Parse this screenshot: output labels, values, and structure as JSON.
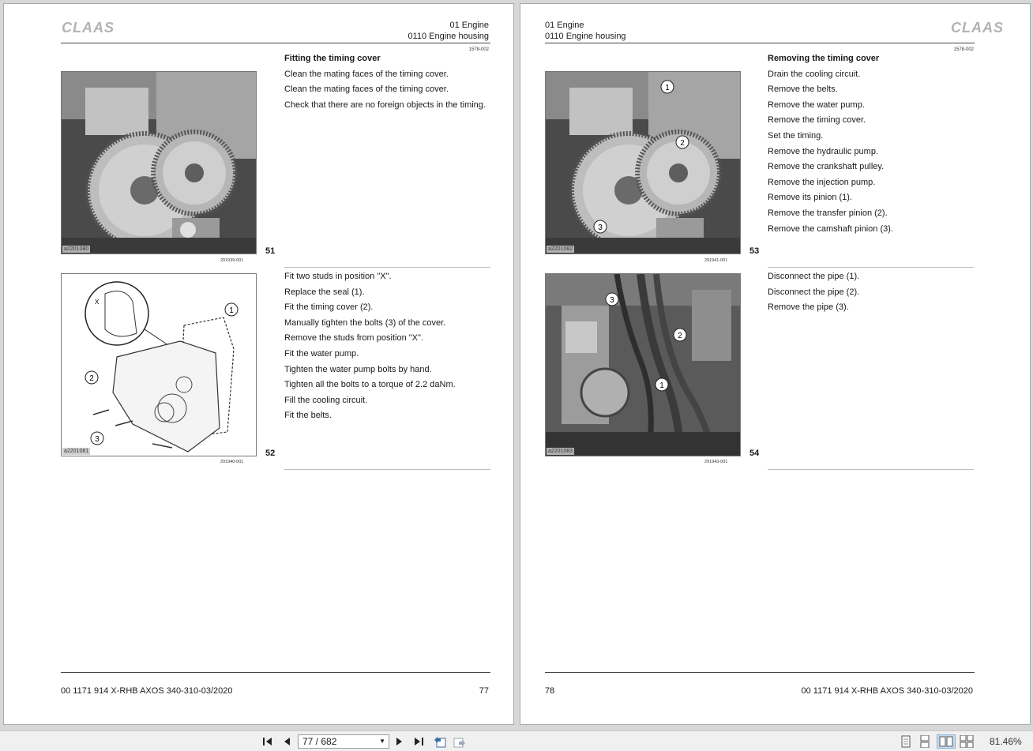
{
  "brand": {
    "logo_text": "CLAAS"
  },
  "left_page": {
    "header": {
      "section": "01 Engine",
      "subsection": "0110 Engine housing"
    },
    "doc_code": "1578-002",
    "figures": [
      {
        "number": "51",
        "ref": "a2201080",
        "id": "291939-001"
      },
      {
        "number": "52",
        "ref": "a2201081",
        "id": "291940-001"
      }
    ],
    "block1": {
      "title": "Fitting the timing cover",
      "steps": [
        "Clean the mating faces of the timing cover.",
        "Clean the mating faces of the timing cover.",
        "Check that there are no foreign objects in the timing."
      ]
    },
    "block2": {
      "steps": [
        "Fit two studs in position \"X\".",
        "Replace the seal (1).",
        "Fit the timing cover (2).",
        "Manually tighten the bolts (3) of the cover.",
        "Remove the studs from position \"X\".",
        "Fit the water pump.",
        "Tighten the water pump bolts by hand.",
        "Tighten all the bolts to a torque of 2.2 daNm.",
        "Fill the cooling circuit.",
        "Fit the belts."
      ]
    },
    "callouts": {
      "c1": "1",
      "c2": "2",
      "c3": "3",
      "x": "X"
    },
    "footer": {
      "doc": "00 1171 914 X-RHB AXOS 340-310-03/2020",
      "page": "77"
    }
  },
  "right_page": {
    "header": {
      "section": "01 Engine",
      "subsection": "0110 Engine housing"
    },
    "doc_code": "1578-002",
    "figures": [
      {
        "number": "53",
        "ref": "a2201082",
        "id": "291941-001"
      },
      {
        "number": "54",
        "ref": "a2201083",
        "id": "291943-001"
      }
    ],
    "block1": {
      "title": "Removing the timing cover",
      "steps": [
        "Drain the cooling circuit.",
        "Remove the belts.",
        "Remove the water pump.",
        "Remove the timing cover.",
        "Set the timing.",
        "Remove the hydraulic pump.",
        "Remove the crankshaft pulley.",
        "Remove the injection pump.",
        "Remove its pinion (1).",
        "Remove the transfer pinion (2).",
        "Remove the camshaft pinion (3)."
      ]
    },
    "block2": {
      "steps": [
        "Disconnect the pipe (1).",
        "Disconnect the pipe (2).",
        "Remove the pipe (3)."
      ]
    },
    "callouts": {
      "c1": "1",
      "c2": "2",
      "c3": "3"
    },
    "footer": {
      "doc": "00 1171 914 X-RHB AXOS 340-310-03/2020",
      "page": "78"
    }
  },
  "toolbar": {
    "page_field": "77 / 682",
    "zoom": "81.46%",
    "icons": [
      "first-page-icon",
      "previous-page-icon",
      "next-page-icon",
      "last-page-icon",
      "previous-view-icon",
      "next-view-icon",
      "single-page-view-icon",
      "continuous-view-icon",
      "facing-view-icon",
      "continuous-facing-view-icon"
    ]
  },
  "colors": {
    "viewer_bg": "#d7d7d7",
    "toolbar_bg": "#f0f0f0",
    "logo": "#b3b3b3",
    "rule": "#444444"
  }
}
